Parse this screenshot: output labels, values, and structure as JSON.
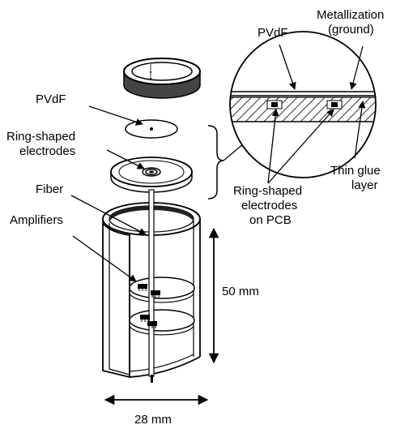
{
  "labels": {
    "pvdf_left": "PVdF",
    "ring_electrodes_line1": "Ring-shaped",
    "ring_electrodes_line2": "electrodes",
    "fiber": "Fiber",
    "amplifiers": "Amplifiers",
    "metallization_line1": "Metallization",
    "metallization_line2": "(ground)",
    "pvdf_detail": "PVdF",
    "ring_pcb_line1": "Ring-shaped",
    "ring_pcb_line2": "electrodes",
    "ring_pcb_line3": "on PCB",
    "glue_line1": "Thin glue",
    "glue_line2": "layer",
    "height_dim": "50 mm",
    "width_dim": "28 mm"
  }
}
